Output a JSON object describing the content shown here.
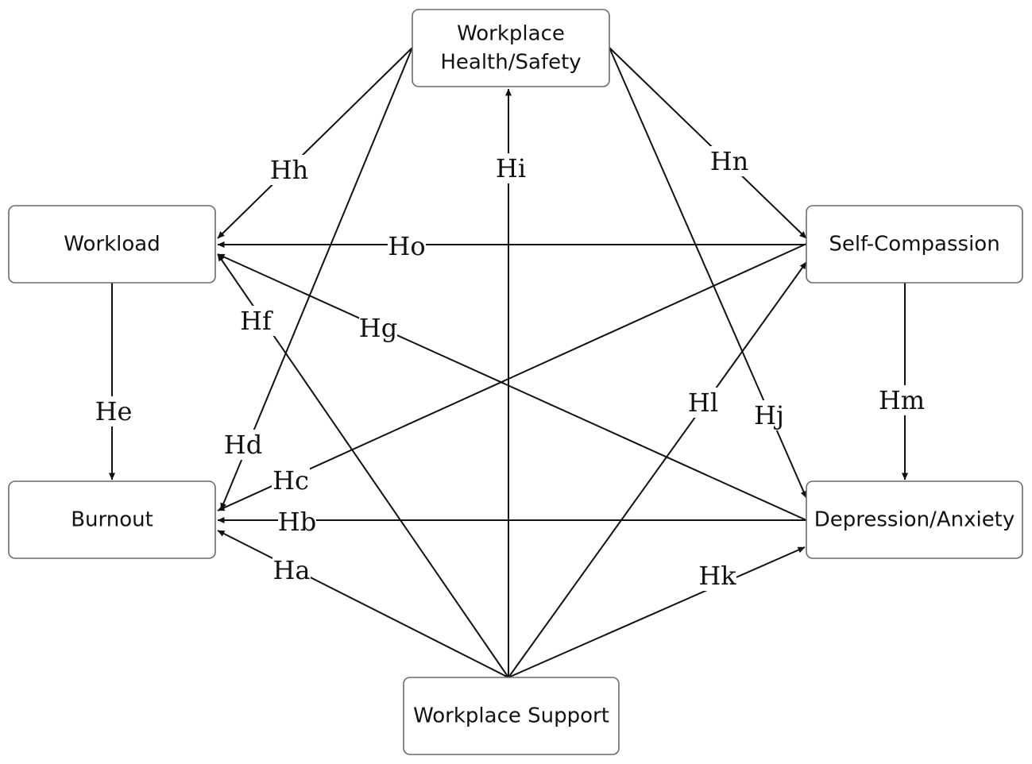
{
  "nodes": {
    "health_safety": {
      "lines": [
        "Workplace",
        "Health/Safety"
      ]
    },
    "workload": {
      "lines": [
        "Workload"
      ]
    },
    "self_compassion": {
      "lines": [
        "Self-Compassion"
      ]
    },
    "burnout": {
      "lines": [
        "Burnout"
      ]
    },
    "depression_anxiety": {
      "lines": [
        "Depression/Anxiety"
      ]
    },
    "support": {
      "lines": [
        "Workplace Support"
      ]
    }
  },
  "edges": [
    {
      "id": "Ha",
      "label": "Ha",
      "from": "support",
      "to": "burnout"
    },
    {
      "id": "Hb",
      "label": "Hb",
      "from": "depression_anxiety",
      "to": "burnout"
    },
    {
      "id": "Hc",
      "label": "Hc",
      "from": "self_compassion",
      "to": "burnout"
    },
    {
      "id": "Hd",
      "label": "Hd",
      "from": "health_safety",
      "to": "burnout"
    },
    {
      "id": "He",
      "label": "He",
      "from": "workload",
      "to": "burnout"
    },
    {
      "id": "Hf",
      "label": "Hf",
      "from": "support",
      "to": "workload"
    },
    {
      "id": "Hg",
      "label": "Hg",
      "from": "depression_anxiety",
      "to": "workload"
    },
    {
      "id": "Hh",
      "label": "Hh",
      "from": "health_safety",
      "to": "workload"
    },
    {
      "id": "Hi",
      "label": "Hi",
      "from": "support",
      "to": "health_safety"
    },
    {
      "id": "Hj",
      "label": "Hj",
      "from": "health_safety",
      "to": "depression_anxiety"
    },
    {
      "id": "Hk",
      "label": "Hk",
      "from": "support",
      "to": "depression_anxiety"
    },
    {
      "id": "Hl",
      "label": "Hl",
      "from": "support",
      "to": "self_compassion"
    },
    {
      "id": "Hm",
      "label": "Hm",
      "from": "self_compassion",
      "to": "depression_anxiety"
    },
    {
      "id": "Hn",
      "label": "Hn",
      "from": "health_safety",
      "to": "self_compassion"
    },
    {
      "id": "Ho",
      "label": "Ho",
      "from": "self_compassion",
      "to": "workload"
    }
  ]
}
